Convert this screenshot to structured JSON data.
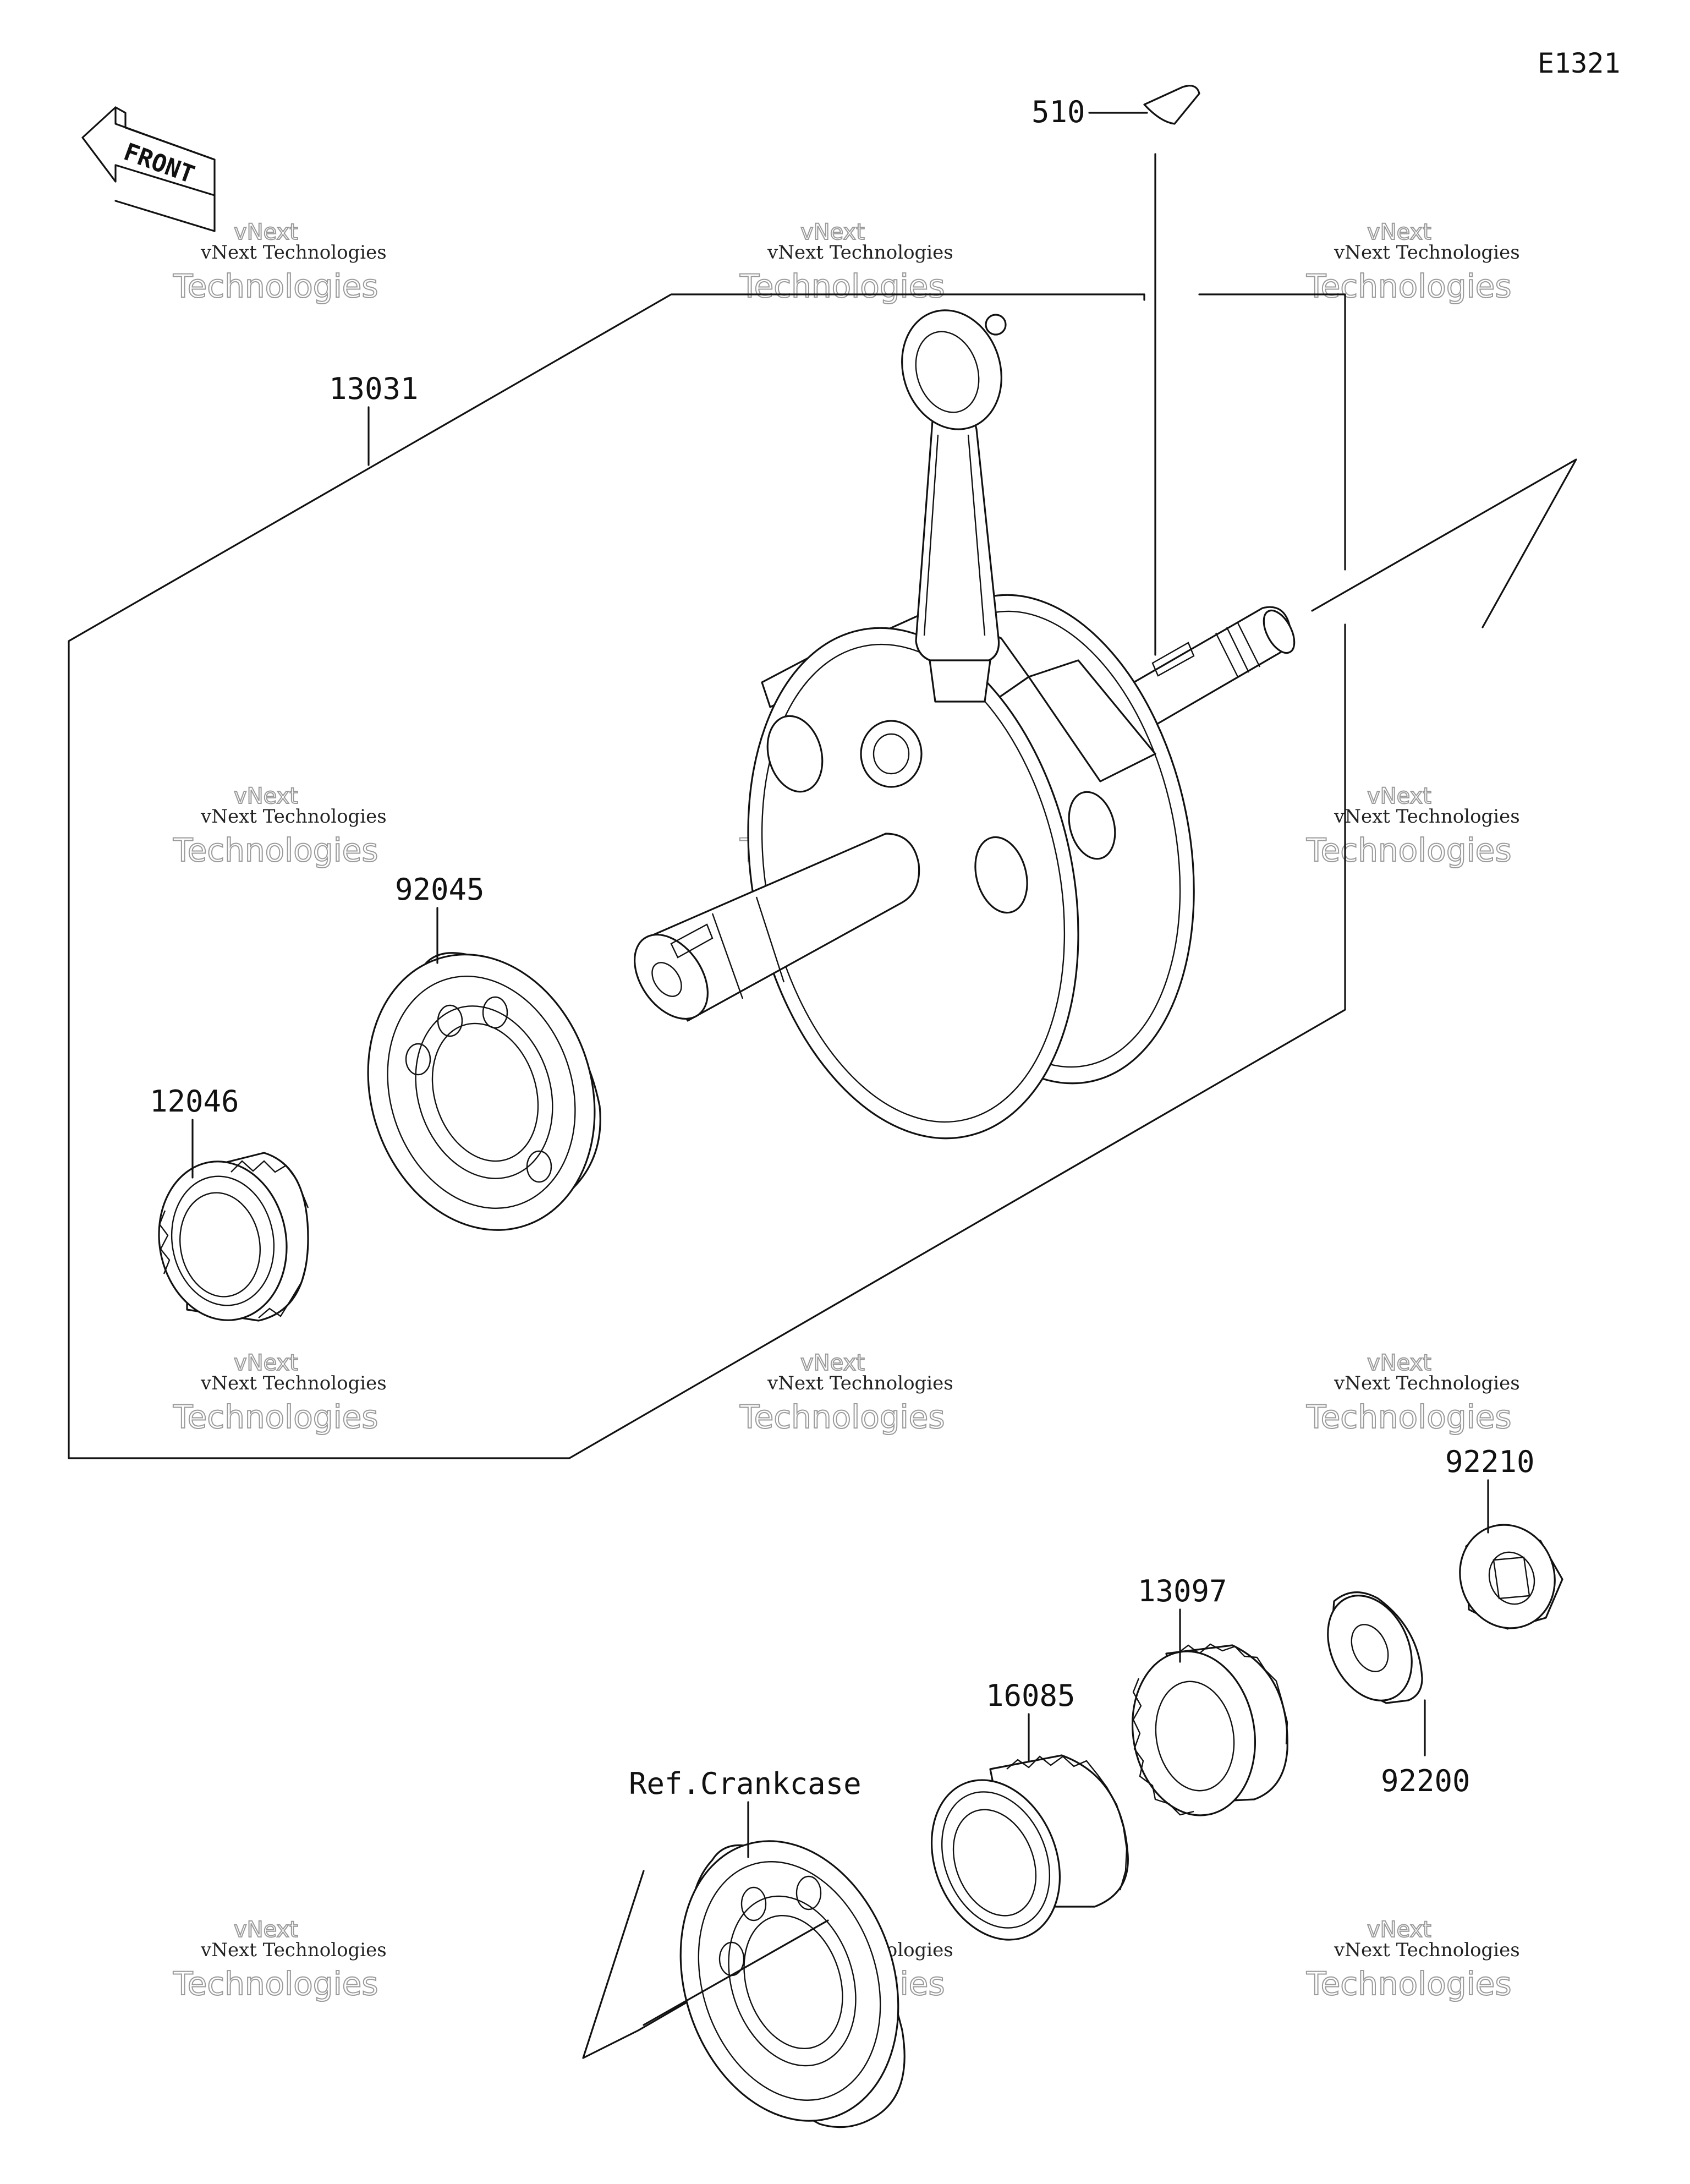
{
  "diagram": {
    "code": "E1321",
    "front_label": "FRONT",
    "watermark": {
      "line1": "vNext Technologies",
      "line2": "Technologies",
      "line3": "vNext"
    },
    "callouts": {
      "p510": "510",
      "p13031": "13031",
      "p92045": "92045",
      "p12046": "12046",
      "p92210": "92210",
      "p13097": "13097",
      "p16085": "16085",
      "p92200": "92200",
      "ref_crankcase": "Ref.Crankcase"
    }
  }
}
